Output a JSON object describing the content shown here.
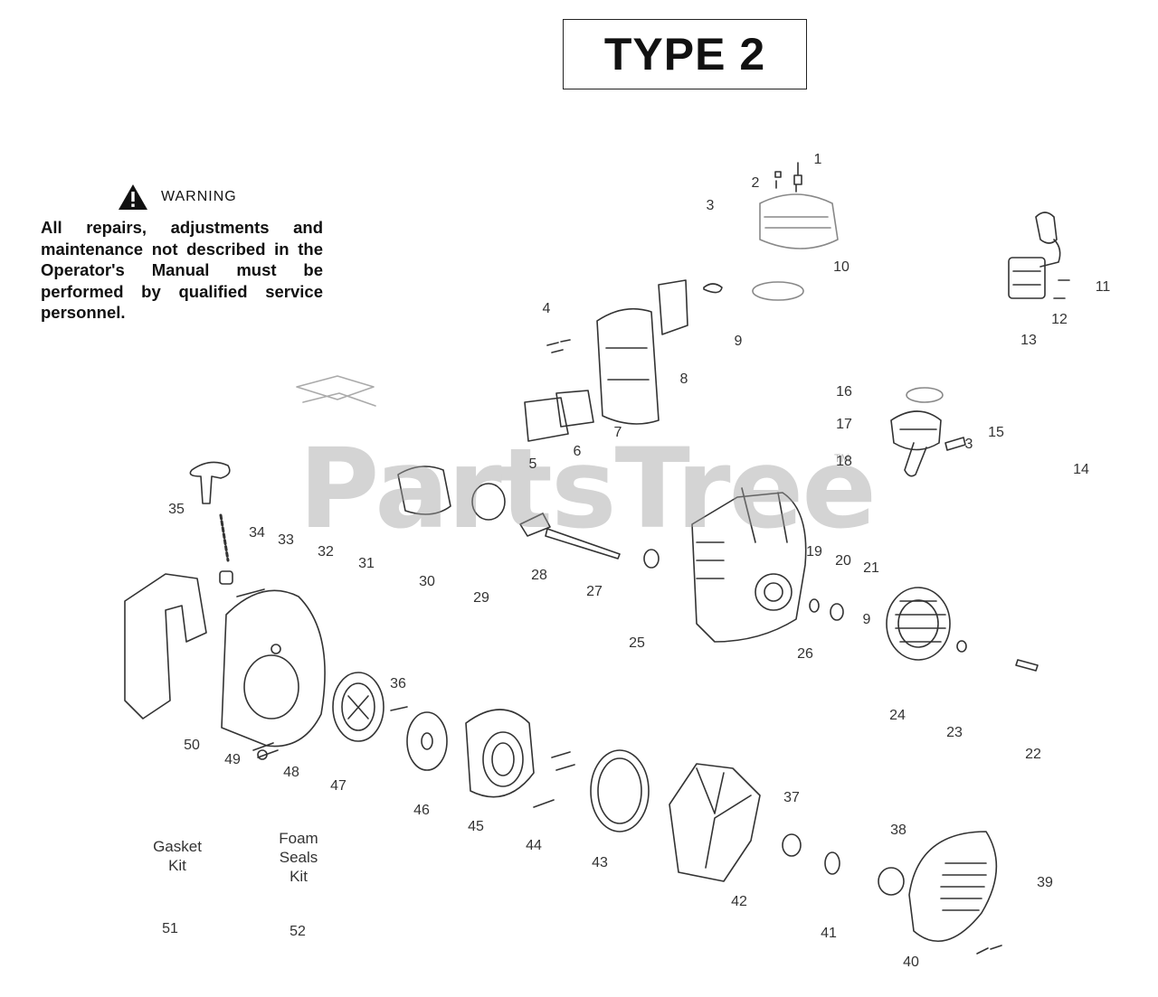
{
  "header": {
    "type_label": "TYPE 2"
  },
  "warning": {
    "title": "WARNING",
    "text": "All repairs, adjustments and maintenance not described in the Operator's Manual must be performed by qualified service personnel."
  },
  "watermark": {
    "text": "PartsTree",
    "tm": "TM"
  },
  "kits": {
    "gasket": {
      "label_line1": "Gasket",
      "label_line2": "Kit",
      "number": "51"
    },
    "foam": {
      "label_line1": "Foam",
      "label_line2": "Seals",
      "label_line3": "Kit",
      "number": "52"
    }
  },
  "callouts": [
    "1",
    "2",
    "3",
    "4",
    "5",
    "6",
    "7",
    "8",
    "9",
    "10",
    "11",
    "12",
    "13",
    "14",
    "15",
    "16",
    "17",
    "18",
    "19",
    "20",
    "21",
    "22",
    "23",
    "24",
    "25",
    "26",
    "27",
    "28",
    "29",
    "30",
    "31",
    "32",
    "33",
    "34",
    "35",
    "36",
    "37",
    "38",
    "39",
    "40",
    "41",
    "42",
    "43",
    "44",
    "45",
    "46",
    "47",
    "48",
    "49",
    "50"
  ],
  "callouts_extra": {
    "c9b": "9",
    "c3b": "3"
  }
}
